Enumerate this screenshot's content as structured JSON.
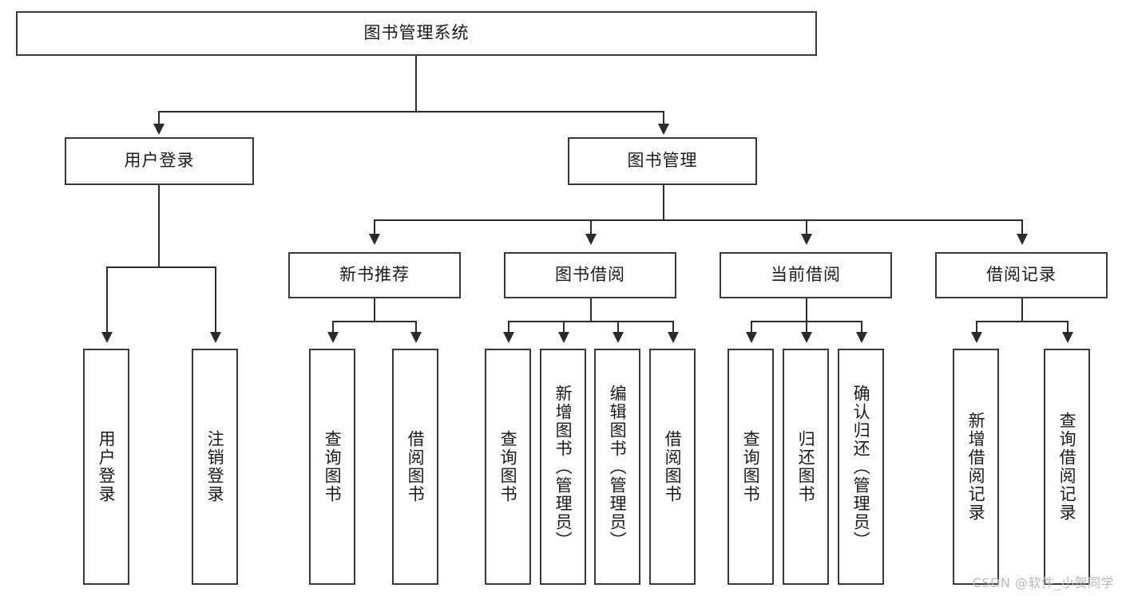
{
  "diagram": {
    "title": "图书管理系统",
    "type": "tree-hierarchy",
    "root": {
      "label": "图书管理系统"
    },
    "level2": [
      {
        "label": "用户登录"
      },
      {
        "label": "图书管理"
      }
    ],
    "level3": [
      {
        "label": "新书推荐"
      },
      {
        "label": "图书借阅"
      },
      {
        "label": "当前借阅"
      },
      {
        "label": "借阅记录"
      }
    ],
    "leaves": {
      "user_login": [
        {
          "label": "用户登录"
        },
        {
          "label": "注销登录"
        }
      ],
      "new_book_recommend": [
        {
          "label": "查询图书"
        },
        {
          "label": "借阅图书"
        }
      ],
      "book_borrow": [
        {
          "label": "查询图书"
        },
        {
          "label": "新增图书（管理员）"
        },
        {
          "label": "编辑图书（管理员）"
        },
        {
          "label": "借阅图书"
        }
      ],
      "current_borrow": [
        {
          "label": "查询图书"
        },
        {
          "label": "归还图书"
        },
        {
          "label": "确认归还（管理员）"
        }
      ],
      "borrow_record": [
        {
          "label": "新增借阅记录"
        },
        {
          "label": "查询借阅记录"
        }
      ]
    }
  },
  "watermark": {
    "text": "CSDN @软件_小贺同学"
  },
  "colors": {
    "box_border": "#3a3a3a",
    "line": "#2b2b2b",
    "background": "#ffffff",
    "text": "#1a1a1a",
    "watermark": "#b9b9b9"
  }
}
